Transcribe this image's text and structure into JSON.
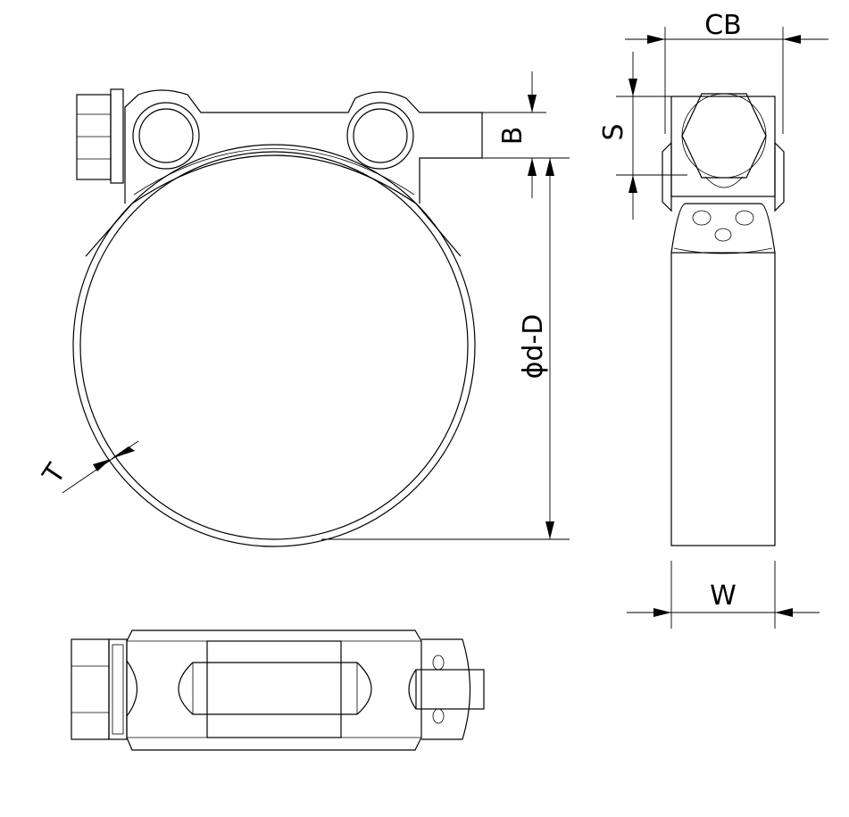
{
  "labels": {
    "CB": "CB",
    "B": "B",
    "S": "S",
    "diameter": "ϕd-D",
    "T": "T",
    "W": "W"
  }
}
